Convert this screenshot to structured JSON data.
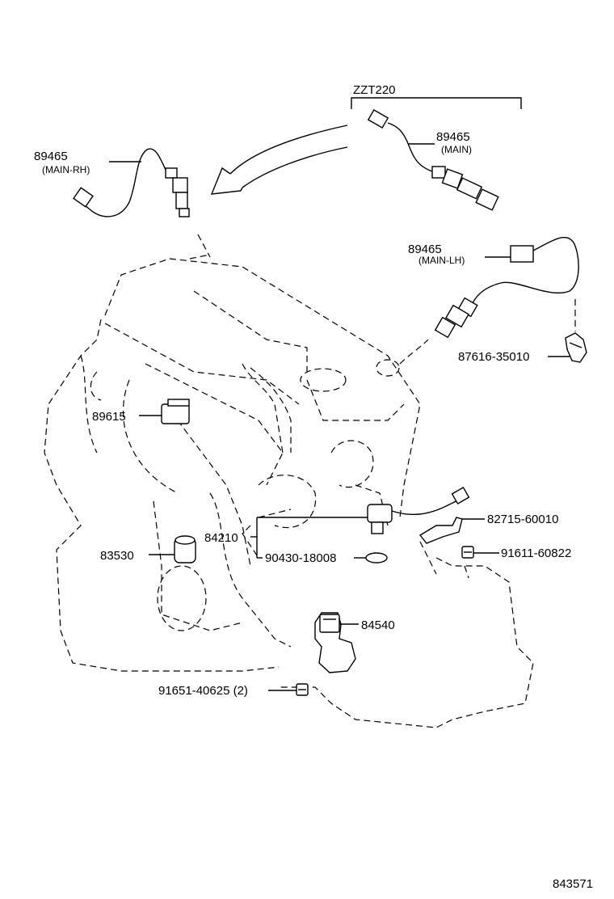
{
  "variant_label": "ZZT220",
  "parts": {
    "sensor_main_rh": {
      "number": "89465",
      "note": "(MAIN-RH)"
    },
    "sensor_main": {
      "number": "89465",
      "note": "(MAIN)"
    },
    "sensor_main_lh": {
      "number": "89465",
      "note": "(MAIN-LH)"
    },
    "clamp": {
      "number": "87616-35010"
    },
    "sensor_89615": {
      "number": "89615"
    },
    "bracket_82715": {
      "number": "82715-60010"
    },
    "sensor_84210": {
      "number": "84210"
    },
    "gasket_90430": {
      "number": "90430-18008"
    },
    "bolt_91611": {
      "number": "91611-60822"
    },
    "switch_83530": {
      "number": "83530"
    },
    "switch_84540": {
      "number": "84540"
    },
    "bolt_91651": {
      "number": "91651-40625 (2)"
    }
  },
  "diagram_id": "843571"
}
